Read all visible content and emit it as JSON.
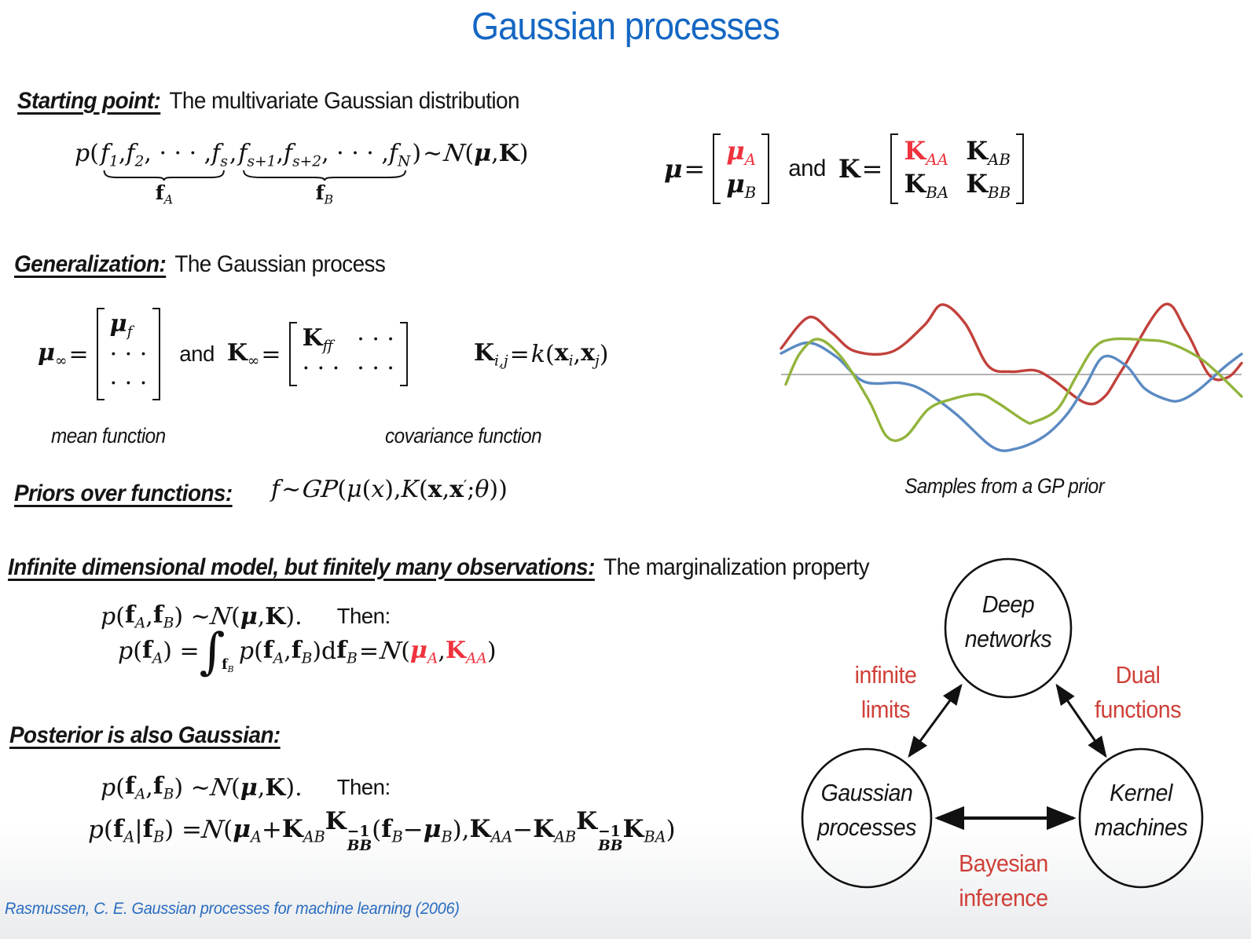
{
  "slide": {
    "title": "Gaussian processes"
  },
  "colors": {
    "title_blue": "#1567c3",
    "math_red": "#ee333e",
    "label_red": "#cf4038",
    "citation_blue": "#2a6cc0",
    "body_text": "#151515",
    "baseline_gray": "#999999"
  },
  "headings": {
    "starting_point": {
      "label": "Starting point:",
      "rest": "The multivariate Gaussian distribution"
    },
    "generalization": {
      "label": "Generalization:",
      "rest": "The Gaussian process"
    },
    "priors": {
      "label": "Priors over functions:",
      "rest": ""
    },
    "marginalization": {
      "label": "Infinite dimensional model, but finitely many observations:",
      "rest": "The marginalization property"
    },
    "posterior": {
      "label": "Posterior is also Gaussian:",
      "rest": ""
    }
  },
  "captions": {
    "mean_function": "mean function",
    "covariance_function": "covariance function"
  },
  "footer": {
    "citation": "Rasmussen, C. E. Gaussian processes for machine learning (2006)"
  },
  "diagram": {
    "nodes": {
      "deep": {
        "line1": "Deep",
        "line2": "networks"
      },
      "gp": {
        "line1": "Gaussian",
        "line2": "processes"
      },
      "kernel": {
        "line1": "Kernel",
        "line2": "machines"
      }
    },
    "edges": {
      "infinite_limits": {
        "line1": "infinite",
        "line2": "limits"
      },
      "dual_functions": {
        "line1": "Dual",
        "line2": "functions"
      },
      "bayesian_inference": {
        "line1": "Bayesian",
        "line2": "inference"
      }
    }
  },
  "chart_data": {
    "type": "line",
    "title": "Samples from a GP prior",
    "xlabel": "",
    "ylabel": "",
    "x_range": [
      0,
      100
    ],
    "y_range": [
      -1.2,
      1.2
    ],
    "axes_visible": false,
    "grid": false,
    "legend": "none",
    "baseline": 0,
    "series": [
      {
        "name": "gp-sample-red",
        "color": "#c1413c",
        "points": [
          [
            0,
            0.37
          ],
          [
            6,
            0.81
          ],
          [
            11,
            0.59
          ],
          [
            16,
            0.33
          ],
          [
            24,
            0.32
          ],
          [
            31,
            0.69
          ],
          [
            35,
            0.99
          ],
          [
            40,
            0.72
          ],
          [
            45,
            0.12
          ],
          [
            50,
            0.04
          ],
          [
            55,
            0.06
          ],
          [
            59,
            -0.07
          ],
          [
            66,
            -0.4
          ],
          [
            70,
            -0.33
          ],
          [
            74,
            0.06
          ],
          [
            83,
            0.98
          ],
          [
            88,
            0.61
          ],
          [
            93,
            -0.01
          ],
          [
            97,
            -0.04
          ],
          [
            100,
            0.16
          ]
        ]
      },
      {
        "name": "gp-sample-blue",
        "color": "#5b8ac2",
        "points": [
          [
            0,
            0.3
          ],
          [
            6,
            0.45
          ],
          [
            12,
            0.25
          ],
          [
            18,
            -0.1
          ],
          [
            26,
            -0.12
          ],
          [
            31,
            -0.23
          ],
          [
            38,
            -0.56
          ],
          [
            46,
            -1.03
          ],
          [
            51,
            -1.05
          ],
          [
            57,
            -0.88
          ],
          [
            62,
            -0.57
          ],
          [
            66,
            -0.17
          ],
          [
            70,
            0.25
          ],
          [
            75,
            0.12
          ],
          [
            79,
            -0.2
          ],
          [
            84,
            -0.36
          ],
          [
            87,
            -0.36
          ],
          [
            91,
            -0.2
          ],
          [
            96,
            0.09
          ],
          [
            100,
            0.29
          ]
        ]
      },
      {
        "name": "gp-sample-green",
        "color": "#92b43c",
        "points": [
          [
            1,
            -0.14
          ],
          [
            4,
            0.29
          ],
          [
            8,
            0.5
          ],
          [
            13,
            0.25
          ],
          [
            19,
            -0.36
          ],
          [
            23,
            -0.88
          ],
          [
            27,
            -0.88
          ],
          [
            32,
            -0.49
          ],
          [
            37,
            -0.35
          ],
          [
            43,
            -0.28
          ],
          [
            47,
            -0.4
          ],
          [
            53,
            -0.66
          ],
          [
            55,
            -0.67
          ],
          [
            60,
            -0.49
          ],
          [
            64,
            -0.04
          ],
          [
            68,
            0.38
          ],
          [
            72,
            0.5
          ],
          [
            79,
            0.49
          ],
          [
            84,
            0.45
          ],
          [
            90,
            0.27
          ],
          [
            94,
            0.07
          ],
          [
            100,
            -0.31
          ]
        ]
      }
    ]
  },
  "math": {
    "f1": [
      {
        "t": "p",
        "s": "i"
      },
      {
        "t": "("
      },
      {
        "brace": {
          "tokens": [
            {
              "t": "f",
              "s": "i",
              "sub": "1"
            },
            {
              "t": ", "
            },
            {
              "t": "f",
              "s": "i",
              "sub": "2"
            },
            {
              "t": ", · · · , "
            },
            {
              "t": "f",
              "s": "i",
              "sub": "s"
            }
          ],
          "label": [
            {
              "t": "f",
              "s": "b",
              "sub": "A"
            }
          ]
        }
      },
      {
        "t": ","
      },
      {
        "brace": {
          "tokens": [
            {
              "t": "f",
              "s": "i",
              "sub": "s+1"
            },
            {
              "t": ", "
            },
            {
              "t": "f",
              "s": "i",
              "sub": "s+2"
            },
            {
              "t": ", · · · , "
            },
            {
              "t": "f",
              "s": "i",
              "sub": "N"
            }
          ],
          "label": [
            {
              "t": "f",
              "s": "b",
              "sub": "B"
            }
          ]
        }
      },
      {
        "t": ")"
      },
      {
        "t": " ∼ ",
        "s": "op"
      },
      {
        "t": "N",
        "s": "cal"
      },
      {
        "t": "("
      },
      {
        "t": "μ",
        "s": "bi"
      },
      {
        "t": ", "
      },
      {
        "t": "K",
        "s": "b"
      },
      {
        "t": ")"
      }
    ],
    "f2": [
      {
        "t": "μ",
        "s": "bi"
      },
      {
        "t": " = ",
        "s": "op"
      },
      {
        "mat": {
          "rows": [
            [
              [
                {
                  "t": "μ",
                  "s": "bi r",
                  "sub": "A"
                }
              ]
            ],
            [
              [
                {
                  "t": "μ",
                  "s": "bi",
                  "sub": "B"
                }
              ]
            ]
          ]
        }
      },
      {
        "t": "and",
        "s": "sans and-sp"
      },
      {
        "t": "K",
        "s": "b"
      },
      {
        "t": " = ",
        "s": "op"
      },
      {
        "mat": {
          "rows": [
            [
              [
                {
                  "t": "K",
                  "s": "b r",
                  "sub": "AA"
                }
              ],
              [
                {
                  "t": "K",
                  "s": "b",
                  "sub": "AB"
                }
              ]
            ],
            [
              [
                {
                  "t": "K",
                  "s": "b",
                  "sub": "BA"
                }
              ],
              [
                {
                  "t": "K",
                  "s": "b",
                  "sub": "BB"
                }
              ]
            ]
          ]
        }
      }
    ],
    "f3": [
      {
        "t": "μ",
        "s": "bi",
        "sub": "∞"
      },
      {
        "t": " = ",
        "s": "op"
      },
      {
        "mat": {
          "rows": [
            [
              [
                {
                  "t": "μ",
                  "s": "bi",
                  "sub": "f"
                }
              ]
            ],
            [
              [
                {
                  "t": "· · ·"
                }
              ]
            ],
            [
              [
                {
                  "t": "· · ·"
                }
              ]
            ]
          ]
        }
      },
      {
        "t": "and",
        "s": "sans and-sp"
      },
      {
        "t": "K",
        "s": "b",
        "sub": "∞"
      },
      {
        "t": " = ",
        "s": "op"
      },
      {
        "mat": {
          "rows": [
            [
              [
                {
                  "t": "K",
                  "s": "b",
                  "sub": "ff"
                }
              ],
              [
                {
                  "t": "· · ·"
                }
              ]
            ],
            [
              [
                {
                  "t": "· · ·"
                }
              ],
              [
                {
                  "t": "· · ·"
                }
              ]
            ]
          ]
        }
      }
    ],
    "f3b": [
      {
        "t": "K",
        "s": "b",
        "sub": "i,j"
      },
      {
        "t": " = ",
        "s": "op"
      },
      {
        "t": "k",
        "s": "i"
      },
      {
        "t": "("
      },
      {
        "t": "x",
        "s": "b",
        "sub": "i"
      },
      {
        "t": ", "
      },
      {
        "t": "x",
        "s": "b",
        "sub": "j"
      },
      {
        "t": ")"
      }
    ],
    "f4": [
      {
        "t": "f",
        "s": "i"
      },
      {
        "t": " ∼ ",
        "s": "op"
      },
      {
        "t": "GP",
        "s": "cal"
      },
      {
        "t": "("
      },
      {
        "t": "μ",
        "s": "i"
      },
      {
        "t": "("
      },
      {
        "t": "x",
        "s": "i"
      },
      {
        "t": ")"
      },
      {
        "t": ", "
      },
      {
        "t": "K",
        "s": "i"
      },
      {
        "t": "("
      },
      {
        "t": "x",
        "s": "b"
      },
      {
        "t": ", "
      },
      {
        "t": "x",
        "s": "b",
        "sup": "′"
      },
      {
        "t": "; "
      },
      {
        "t": "θ",
        "s": "i"
      },
      {
        "t": "))"
      }
    ],
    "f5": [
      {
        "t": "p",
        "s": "i"
      },
      {
        "t": "("
      },
      {
        "t": "f",
        "s": "b",
        "sub": "A"
      },
      {
        "t": ", "
      },
      {
        "t": "f",
        "s": "b",
        "sub": "B"
      },
      {
        "t": ") ∼ "
      },
      {
        "t": "N",
        "s": "cal"
      },
      {
        "t": "("
      },
      {
        "t": "μ",
        "s": "bi"
      },
      {
        "t": ", "
      },
      {
        "t": "K",
        "s": "b"
      },
      {
        "t": ")."
      },
      {
        "t": "Then:",
        "s": "sans then-sp"
      }
    ],
    "f6": [
      {
        "t": "p",
        "s": "i"
      },
      {
        "t": "("
      },
      {
        "t": "f",
        "s": "b",
        "sub": "A"
      },
      {
        "t": ") = "
      },
      {
        "t": "∫",
        "s": "big"
      },
      {
        "t": "f",
        "s": "b intsub",
        "sub": "B"
      },
      {
        "t": "p",
        "s": "i"
      },
      {
        "t": "("
      },
      {
        "t": "f",
        "s": "b",
        "sub": "A"
      },
      {
        "t": ", "
      },
      {
        "t": "f",
        "s": "b",
        "sub": "B"
      },
      {
        "t": ")d"
      },
      {
        "t": "f",
        "s": "b",
        "sub": "B"
      },
      {
        "t": " = ",
        "s": "op"
      },
      {
        "t": "N",
        "s": "cal"
      },
      {
        "t": "("
      },
      {
        "t": "μ",
        "s": "bi r",
        "sub": "A"
      },
      {
        "t": ", "
      },
      {
        "t": "K",
        "s": "b r",
        "sub": "AA"
      },
      {
        "t": ")"
      }
    ],
    "f8": [
      {
        "t": "p",
        "s": "i"
      },
      {
        "t": "("
      },
      {
        "t": "f",
        "s": "b",
        "sub": "A"
      },
      {
        "t": "|"
      },
      {
        "t": "f",
        "s": "b",
        "sub": "B"
      },
      {
        "t": ") = "
      },
      {
        "t": "N",
        "s": "cal"
      },
      {
        "t": "("
      },
      {
        "t": "μ",
        "s": "bi",
        "sub": "A"
      },
      {
        "t": " + "
      },
      {
        "t": "K",
        "s": "b",
        "sub": "AB"
      },
      {
        "t": "K",
        "s": "b",
        "sub": "BB",
        "sup": "−1"
      },
      {
        "t": "("
      },
      {
        "t": "f",
        "s": "b",
        "sub": "B"
      },
      {
        "t": " − "
      },
      {
        "t": "μ",
        "s": "bi",
        "sub": "B"
      },
      {
        "t": "), "
      },
      {
        "t": "K",
        "s": "b",
        "sub": "AA"
      },
      {
        "t": " − "
      },
      {
        "t": "K",
        "s": "b",
        "sub": "AB"
      },
      {
        "t": "K",
        "s": "b",
        "sub": "BB",
        "sup": "−1"
      },
      {
        "t": "K",
        "s": "b",
        "sub": "BA"
      },
      {
        "t": ")"
      }
    ]
  }
}
